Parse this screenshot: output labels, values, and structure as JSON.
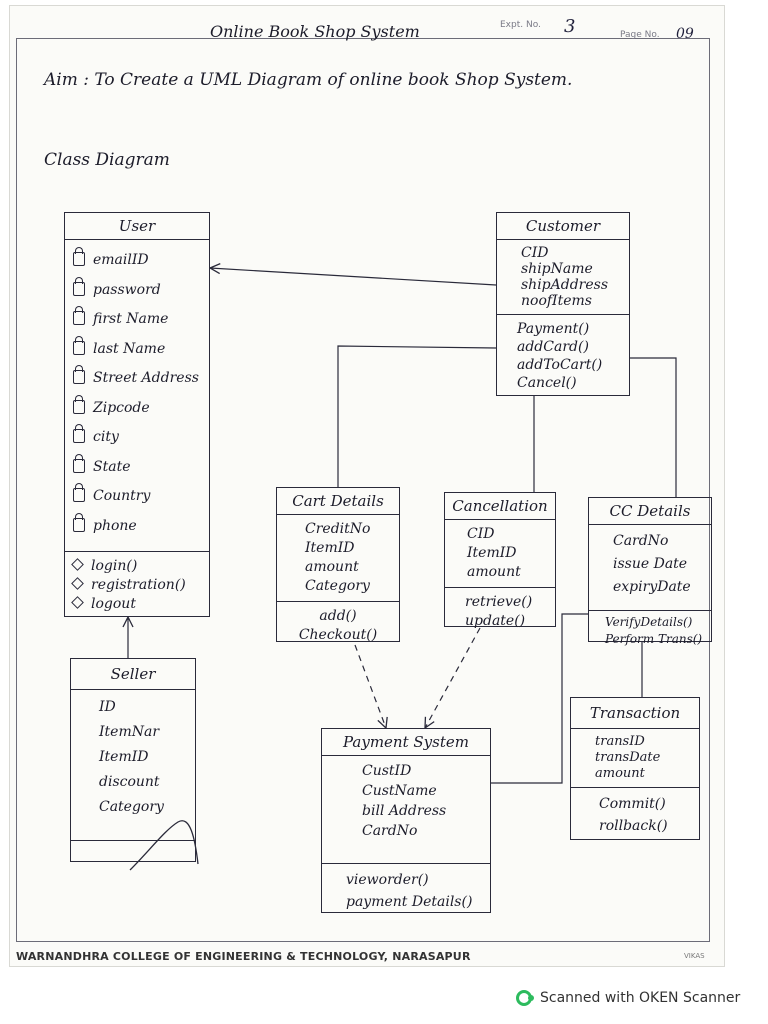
{
  "header": {
    "title": "Online Book Shop System",
    "expt_label": "Expt. No.",
    "expt_no": "3",
    "page_label": "Page No.",
    "page_no": "09"
  },
  "aim": "Aim : To Create a UML Diagram of online book Shop System.",
  "section_title": "Class Diagram",
  "classes": {
    "user": {
      "name": "User",
      "attributes": [
        "emailID",
        "password",
        "first Name",
        "last Name",
        "Street Address",
        "Zipcode",
        "city",
        "State",
        "Country",
        "phone"
      ],
      "methods": [
        "login()",
        "registration()",
        "logout"
      ]
    },
    "customer": {
      "name": "Customer",
      "attributes": [
        "CID",
        "shipName",
        "shipAddress",
        "noofItems"
      ],
      "methods": [
        "Payment()",
        "addCard()",
        "addToCart()",
        "Cancel()"
      ]
    },
    "cart": {
      "name": "Cart Details",
      "attributes": [
        "CreditNo",
        "ItemID",
        "amount",
        "Category"
      ],
      "methods": [
        "add()",
        "Checkout()"
      ]
    },
    "cancellation": {
      "name": "Cancellation",
      "attributes": [
        "CID",
        "ItemID",
        "amount"
      ],
      "methods": [
        "retrieve()",
        "update()"
      ]
    },
    "ccdetails": {
      "name": "CC Details",
      "attributes": [
        "CardNo",
        "issue Date",
        "expiryDate"
      ],
      "methods": [
        "VerifyDetails()",
        "Perform Trans()"
      ]
    },
    "seller": {
      "name": "Seller",
      "attributes": [
        "ID",
        "ItemNar",
        "ItemID",
        "discount",
        "Category"
      ],
      "methods": []
    },
    "transaction": {
      "name": "Transaction",
      "attributes": [
        "transID",
        "transDate",
        "amount"
      ],
      "methods": [
        "Commit()",
        "rollback()"
      ]
    },
    "payment": {
      "name": "Payment System",
      "attributes": [
        "CustID",
        "CustName",
        "bill Address",
        "CardNo"
      ],
      "methods": [
        "vieworder()",
        "payment Details()"
      ]
    }
  },
  "footer": "WARNANDHRA COLLEGE OF ENGINEERING & TECHNOLOGY, NARASAPUR",
  "footer_sig": "VIKAS",
  "scanner": "Scanned with OKEN Scanner",
  "colors": {
    "ink": "#1c1c2a",
    "scanner_green": "#2dbb5e"
  }
}
